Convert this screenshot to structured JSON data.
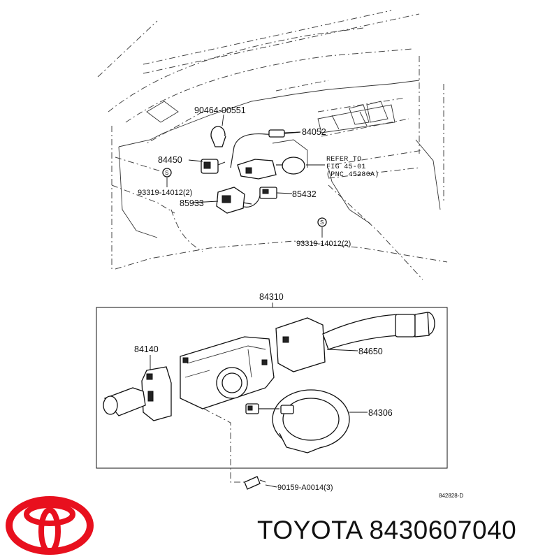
{
  "parts": {
    "p90464": "90464-00551",
    "p84052": "84052",
    "p84450": "84450",
    "refer": {
      "line1": "REFER TO",
      "line2": "FIG 45-01",
      "line3": "(PNC 45280A)"
    },
    "p93319_left": "93319-14012(2)",
    "p85933": "85933",
    "p85432": "85432",
    "p93319_right": "93319-14012(2)",
    "p84310": "84310",
    "p84140": "84140",
    "p84650": "84650",
    "p84306": "84306",
    "p90159": "90159-A0014(3)",
    "drawing_code": "842828-D"
  },
  "symbols": {
    "screw_mark": "S"
  },
  "footer": {
    "brand": "TOYOTA",
    "part_number": "8430607040"
  },
  "colors": {
    "logo_red": "#e8101e",
    "ink": "#111111"
  }
}
